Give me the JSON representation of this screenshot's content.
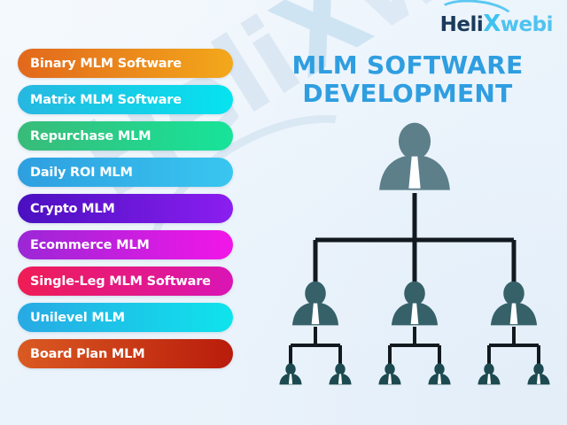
{
  "brand": {
    "logo_part1": "Heli",
    "logo_x": "X",
    "logo_part2": "webi",
    "watermark_part1": "Heli",
    "watermark_x": "X",
    "watermark_part2": "webi",
    "navy": "#1b3a5c",
    "cyan": "#4fc3ef"
  },
  "heading": {
    "title": "MLM SOFTWARE DEVELOPMENT",
    "color": "#2f9ee0"
  },
  "background": {
    "color": "#eef5fb"
  },
  "service_list": {
    "items": [
      {
        "label": "Binary MLM Software",
        "from": "#e2681c",
        "to": "#f3a81b"
      },
      {
        "label": "Matrix MLM Software",
        "from": "#27b7e0",
        "to": "#06e3ef"
      },
      {
        "label": "Repurchase MLM",
        "from": "#39bb79",
        "to": "#17e49a"
      },
      {
        "label": "Daily ROI MLM",
        "from": "#2e9fe0",
        "to": "#39c6f0"
      },
      {
        "label": "Crypto MLM",
        "from": "#4a10c0",
        "to": "#8b1ef0"
      },
      {
        "label": "Ecommerce MLM",
        "from": "#9b27d6",
        "to": "#f216e8"
      },
      {
        "label": "Single-Leg MLM Software",
        "from": "#ef1d54",
        "to": "#d915b6"
      },
      {
        "label": "Unilevel MLM",
        "from": "#28a9e4",
        "to": "#0fe4ec"
      },
      {
        "label": "Board Plan MLM",
        "from": "#da5a22",
        "to": "#b91c0b"
      }
    ]
  },
  "org_chart": {
    "type": "hierarchy",
    "levels": 3,
    "node_counts": [
      1,
      3,
      6
    ],
    "connector_color": "#121a20",
    "figure_color_level1": "#5c7f8a",
    "figure_color_level2": "#366169",
    "figure_color_level3": "#1d4a51",
    "tie_color": "#ffffff",
    "children_per_node": 2
  }
}
